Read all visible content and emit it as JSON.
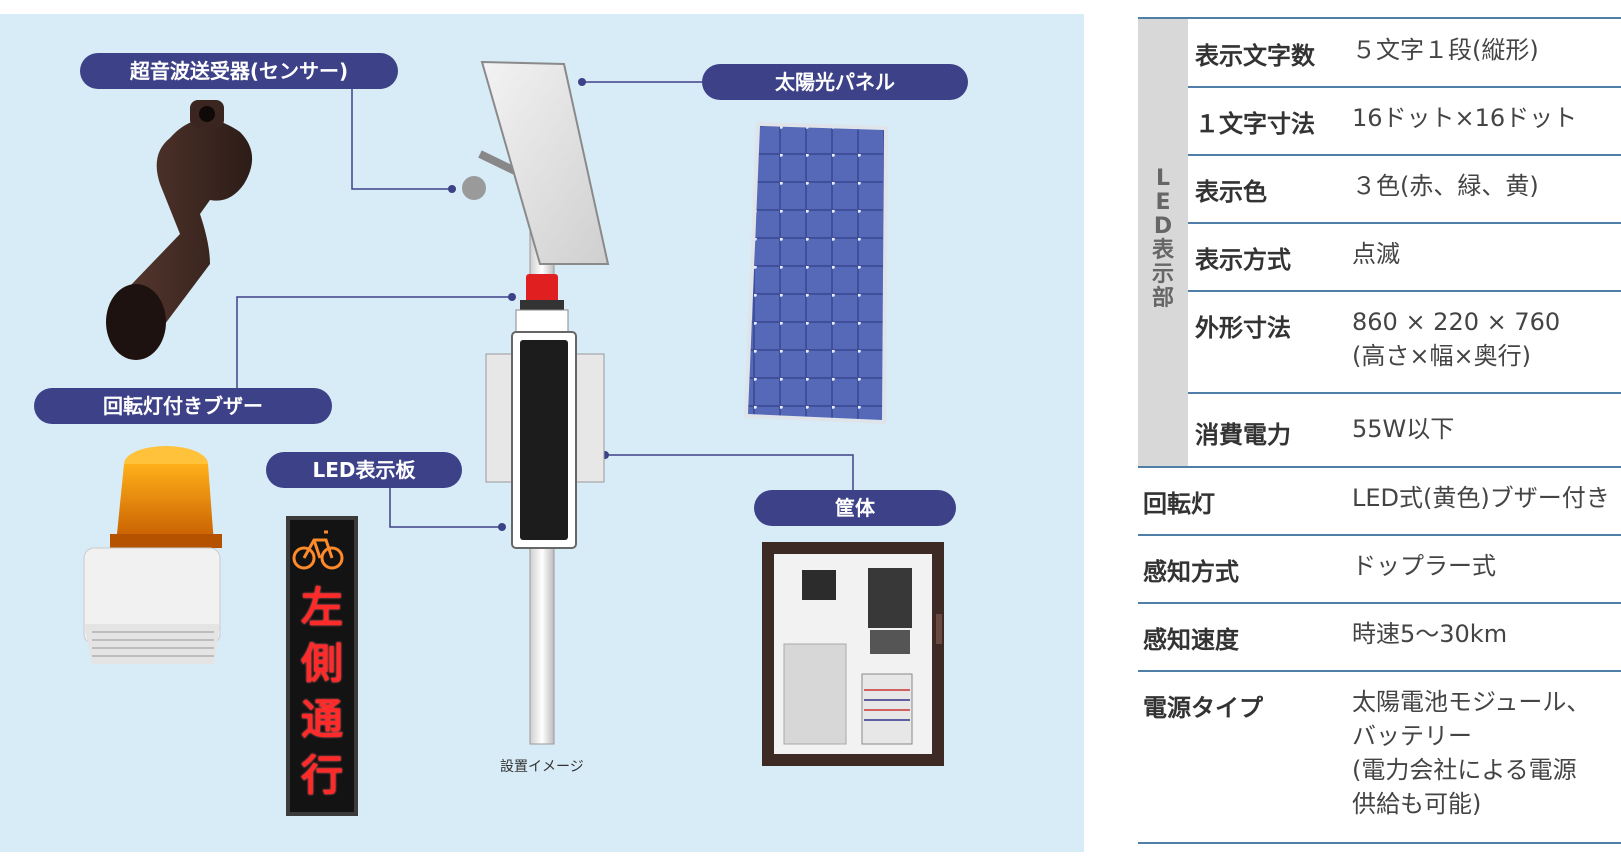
{
  "diagram": {
    "labels": {
      "sensor": "超音波送受器(センサー)",
      "solar": "太陽光パネル",
      "buzzer": "回転灯付きブザー",
      "led_board": "LED表示板",
      "enclosure": "筐体"
    },
    "caption": "設置イメージ",
    "led_sign_chars": [
      "左",
      "側",
      "通",
      "行"
    ],
    "colors": {
      "background": "#d8ecf7",
      "pill": "#3d4187",
      "led_red": "#ff2a2a",
      "connector": "#3d4187"
    }
  },
  "spec_table": {
    "group_label": "LED表示部",
    "group_rows": [
      {
        "name": "表示文字数",
        "value": "５文字１段(縦形)"
      },
      {
        "name": "１文字寸法",
        "value": "16ドット×16ドット"
      },
      {
        "name": "表示色",
        "value": "３色(赤、緑、黄)"
      },
      {
        "name": "表示方式",
        "value": "点滅"
      },
      {
        "name": "外形寸法",
        "value": "860 × 220 × 760",
        "value2": "(高さ×幅×奥行)"
      },
      {
        "name": "消費電力",
        "value": "55W以下"
      }
    ],
    "rows": [
      {
        "name": "回転灯",
        "value": "LED式(黄色)ブザー付き"
      },
      {
        "name": "感知方式",
        "value": "ドップラー式"
      },
      {
        "name": "感知速度",
        "value": "時速5～30km"
      },
      {
        "name": "電源タイプ",
        "value": "太陽電池モジュール、",
        "value2": "バッテリー",
        "value3": "(電力会社による電源",
        "value4": "供給も可能)"
      }
    ],
    "line_color": "#4f7fa7",
    "group_bg": "#d8d8d8"
  }
}
